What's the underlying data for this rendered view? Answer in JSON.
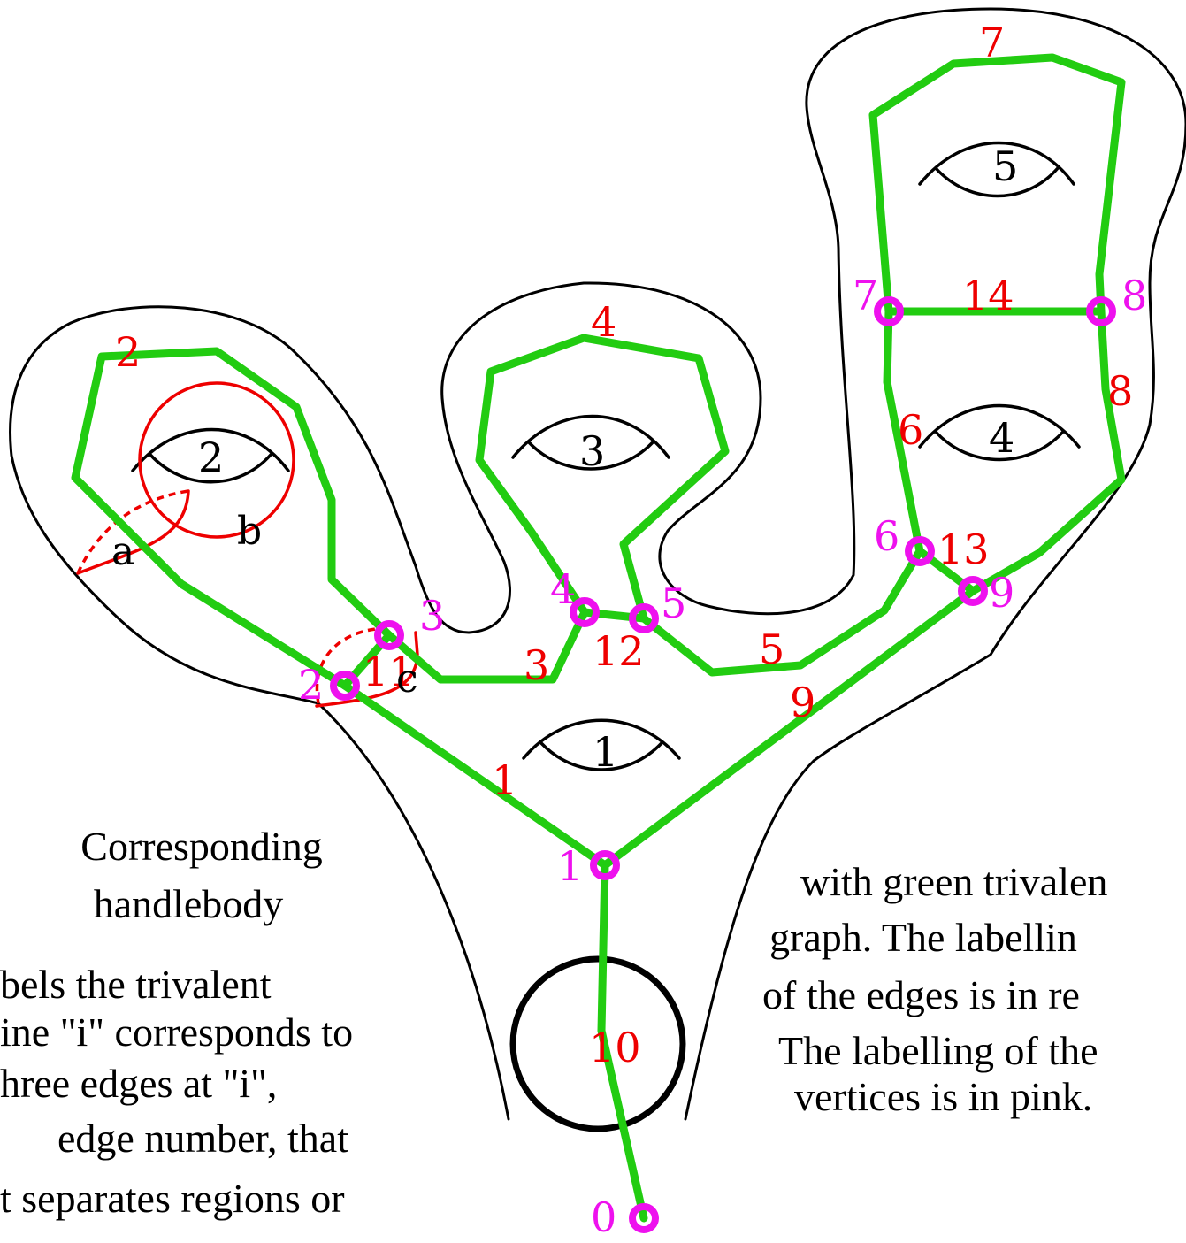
{
  "colors": {
    "graph": "#22cc11",
    "edge_labels": "#ee0000",
    "vertex_labels": "#ee11ee",
    "outline": "#000000"
  },
  "hole_labels": [
    "1",
    "2",
    "3",
    "4",
    "5"
  ],
  "edge_labels": [
    "1",
    "2",
    "3",
    "4",
    "5",
    "6",
    "7",
    "8",
    "9",
    "10",
    "11",
    "12",
    "13",
    "14"
  ],
  "vertex_labels": [
    "0",
    "1",
    "2",
    "3",
    "4",
    "5",
    "6",
    "7",
    "8",
    "9"
  ],
  "curve_labels": [
    "a",
    "b",
    "c"
  ],
  "text_left": {
    "line1": "Corresponding",
    "line2": "handlebody",
    "line3": "bels the trivalent",
    "line4": "ine \"i\" corresponds to",
    "line5": "hree edges at \"i\",",
    "line6": "edge number, that",
    "line7": "t separates regions   or"
  },
  "text_right": {
    "line1": "with green trivalen",
    "line2": "graph. The labellin",
    "line3": "of the edges is in re",
    "line4": "The labelling of the",
    "line5": "vertices is in pink."
  }
}
